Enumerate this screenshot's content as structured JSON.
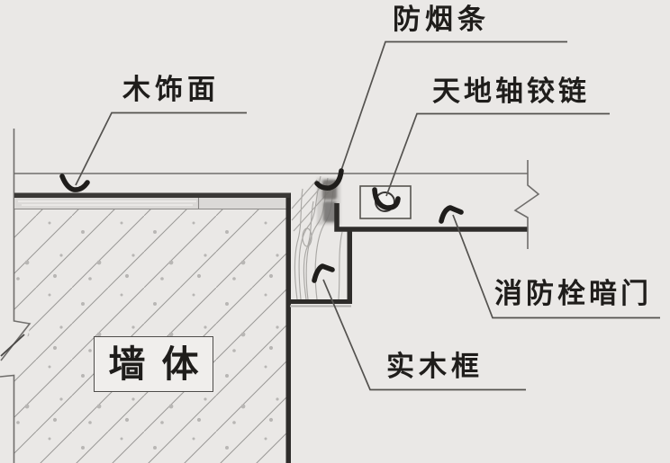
{
  "diagram": {
    "type": "architectural-section-detail",
    "labels": {
      "smoke_seal": "防烟条",
      "wood_veneer": "木饰面",
      "pivot_hinge": "天地轴铰链",
      "hydrant_door": "消防栓暗门",
      "solid_wood_frame": "实木框",
      "wall": "墙体"
    },
    "colors": {
      "background": "#eae8e6",
      "thin_line": "#6f6d6b",
      "thick_line": "#2e2c2a",
      "hatch_line": "#9a9896",
      "speckle": "#b8b6b4",
      "seal_smudge": "#6e6c6a",
      "text": "#1f1d1b"
    }
  }
}
